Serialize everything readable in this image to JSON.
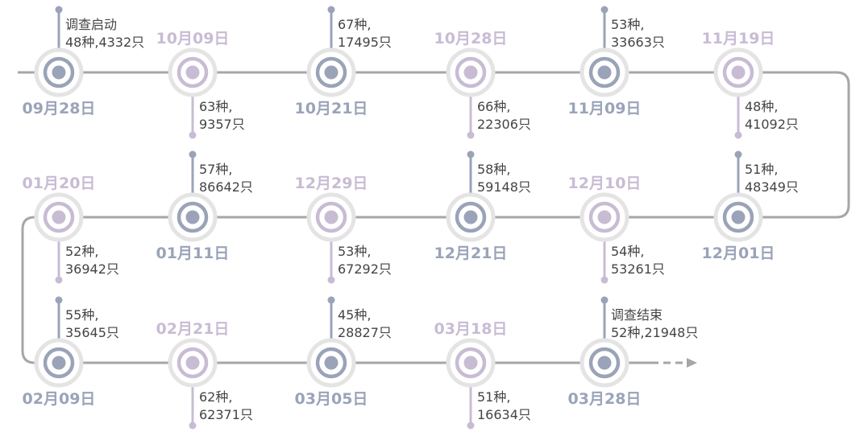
{
  "colors": {
    "track": "#a6a6a6",
    "blue_node": "#9aa3b8",
    "pink_node": "#c8bcd4",
    "ring": "#e4e4e4",
    "text": "#444444"
  },
  "timeline": {
    "nodes": [
      {
        "id": "n1",
        "date": "09月28日",
        "style": "blue",
        "row": 0,
        "col": 0,
        "label_side": "below",
        "info_side": "above",
        "info": [
          "调查启动",
          "48种,4332只"
        ]
      },
      {
        "id": "n2",
        "date": "10月09日",
        "style": "pink",
        "row": 0,
        "col": 1,
        "label_side": "above",
        "info_side": "below",
        "info": [
          "63种,",
          "9357只"
        ]
      },
      {
        "id": "n3",
        "date": "10月21日",
        "style": "blue",
        "row": 0,
        "col": 2,
        "label_side": "below",
        "info_side": "above",
        "info": [
          "67种,",
          "17495只"
        ]
      },
      {
        "id": "n4",
        "date": "10月28日",
        "style": "pink",
        "row": 0,
        "col": 3,
        "label_side": "above",
        "info_side": "below",
        "info": [
          "66种,",
          "22306只"
        ]
      },
      {
        "id": "n5",
        "date": "11月09日",
        "style": "blue",
        "row": 0,
        "col": 4,
        "label_side": "below",
        "info_side": "above",
        "info": [
          "53种,",
          "33663只"
        ]
      },
      {
        "id": "n6",
        "date": "11月19日",
        "style": "pink",
        "row": 0,
        "col": 5,
        "label_side": "above",
        "info_side": "below",
        "info": [
          "48种,",
          "41092只"
        ]
      },
      {
        "id": "n7",
        "date": "12月01日",
        "style": "blue",
        "row": 1,
        "col": 5,
        "label_side": "below",
        "info_side": "above",
        "info": [
          "51种,",
          "48349只"
        ]
      },
      {
        "id": "n8",
        "date": "12月10日",
        "style": "pink",
        "row": 1,
        "col": 4,
        "label_side": "above",
        "info_side": "below",
        "info": [
          "54种,",
          "53261只"
        ]
      },
      {
        "id": "n9",
        "date": "12月21日",
        "style": "blue",
        "row": 1,
        "col": 3,
        "label_side": "below",
        "info_side": "above",
        "info": [
          "58种,",
          "59148只"
        ]
      },
      {
        "id": "n10",
        "date": "12月29日",
        "style": "pink",
        "row": 1,
        "col": 2,
        "label_side": "above",
        "info_side": "below",
        "info": [
          "53种,",
          "67292只"
        ]
      },
      {
        "id": "n11",
        "date": "01月11日",
        "style": "blue",
        "row": 1,
        "col": 1,
        "label_side": "below",
        "info_side": "above",
        "info": [
          "57种,",
          "86642只"
        ]
      },
      {
        "id": "n12",
        "date": "01月20日",
        "style": "pink",
        "row": 1,
        "col": 0,
        "label_side": "above",
        "info_side": "below",
        "info": [
          "52种,",
          "36942只"
        ]
      },
      {
        "id": "n13",
        "date": "02月09日",
        "style": "blue",
        "row": 2,
        "col": 0,
        "label_side": "below",
        "info_side": "above",
        "info": [
          "55种,",
          "35645只"
        ]
      },
      {
        "id": "n14",
        "date": "02月21日",
        "style": "pink",
        "row": 2,
        "col": 1,
        "label_side": "above",
        "info_side": "below",
        "info": [
          "62种,",
          "62371只"
        ]
      },
      {
        "id": "n15",
        "date": "03月05日",
        "style": "blue",
        "row": 2,
        "col": 2,
        "label_side": "below",
        "info_side": "above",
        "info": [
          "45种,",
          "28827只"
        ]
      },
      {
        "id": "n16",
        "date": "03月18日",
        "style": "pink",
        "row": 2,
        "col": 3,
        "label_side": "above",
        "info_side": "below",
        "info": [
          "51种,",
          "16634只"
        ]
      },
      {
        "id": "n17",
        "date": "03月28日",
        "style": "blue",
        "row": 2,
        "col": 4,
        "label_side": "below",
        "info_side": "above",
        "info": [
          "调查结束",
          "52种,21948只"
        ]
      }
    ]
  }
}
